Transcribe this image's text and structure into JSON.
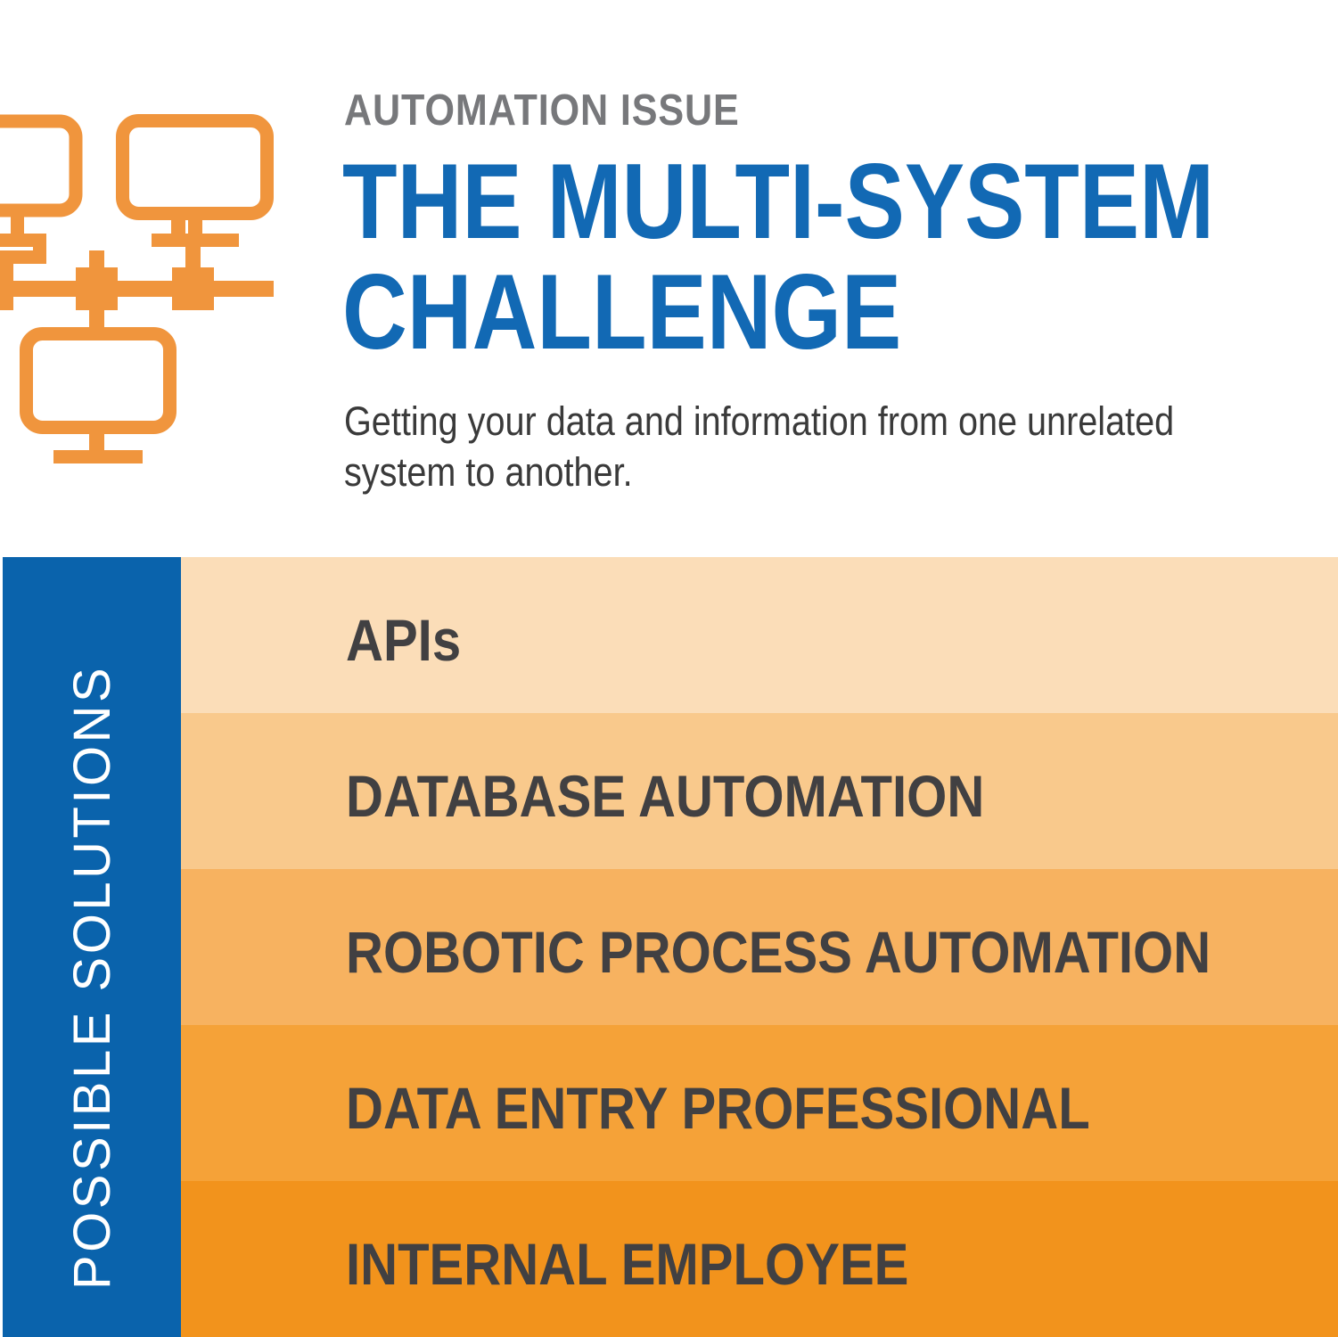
{
  "header": {
    "kicker": "AUTOMATION ISSUE",
    "title_line1": "THE MULTI-SYSTEM",
    "title_line2": "CHALLENGE",
    "subtitle": "Getting your data and information from one unrelated system to another."
  },
  "sidebar": {
    "label": "POSSIBLE SOLUTIONS",
    "background_color": "#0A63AC",
    "text_color": "#FFFFFF"
  },
  "solutions": [
    {
      "label": "APIs",
      "color": "#FBDDB8"
    },
    {
      "label": "DATABASE AUTOMATION",
      "color": "#F9C98C"
    },
    {
      "label": "ROBOTIC PROCESS AUTOMATION",
      "color": "#F7B260"
    },
    {
      "label": "DATA ENTRY PROFESSIONAL",
      "color": "#F5A238"
    },
    {
      "label": "INTERNAL EMPLOYEE",
      "color": "#F2931C"
    }
  ],
  "colors": {
    "title_blue": "#1269B4",
    "kicker_gray": "#77787B",
    "subtitle_gray": "#3A3A3A",
    "label_gray": "#414042",
    "icon_orange": "#F0953D",
    "background": "#FFFFFF"
  },
  "icon": {
    "name": "networked-computers-icon",
    "description": "three monitor outlines connected by a network bus with square connector nodes"
  }
}
